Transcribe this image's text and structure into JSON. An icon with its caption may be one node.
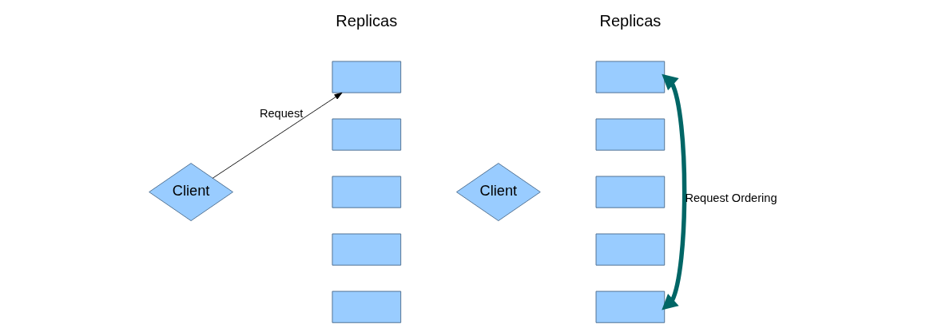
{
  "diagram": {
    "nodes": [
      {
        "text": [
          "Client"
        ]
      },
      {
        "text": [],
        "shape": "box"
      },
      {
        "text": [],
        "shape": "box"
      },
      {
        "text": [],
        "shape": "box"
      },
      {
        "text": [],
        "shape": "box"
      },
      {
        "text": [],
        "shape": "box"
      },
      {
        "text": [
          "Client"
        ]
      },
      {
        "text": [],
        "shape": "box"
      },
      {
        "text": [],
        "shape": "box"
      },
      {
        "text": [],
        "shape": "box"
      },
      {
        "text": [],
        "shape": "box"
      },
      {
        "text": [],
        "shape": "box"
      }
    ],
    "edges": [
      {
        "from": 0,
        "to": 1,
        "arrow": "to",
        "label": "Request"
      },
      {
        "from": 7,
        "to": 11,
        "arrow": "both",
        "label": "Request Ordering",
        "style": "thick",
        "color": "#006666"
      }
    ],
    "labels": [
      "Replicas",
      "Replicas"
    ]
  }
}
